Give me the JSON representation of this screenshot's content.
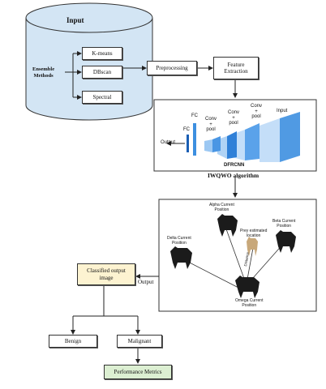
{
  "input": {
    "title": "Input",
    "group_label": "Ensemble\nMethods",
    "methods": [
      "K-means",
      "DBscan",
      "Spectral"
    ]
  },
  "pipeline": {
    "preprocessing": "Preprocessing",
    "feature_extraction": "Feature\nExtraction"
  },
  "cnn": {
    "output_label": "Output",
    "fc1": "FC",
    "fc2": "FC",
    "conv_pool": "Conv\n+\npool",
    "input_label": "Input",
    "model_name": "DFRCNN"
  },
  "algorithm": {
    "title": "IWQWO algorithm"
  },
  "wolves": {
    "alpha": "Alpha Current\nPosition",
    "beta": "Beta Current\nPosition",
    "delta": "Delta Current\nPosition",
    "omega": "Omega Current\nPosition",
    "prey": "Prey estimated\nlocation",
    "edge_label": "Distance"
  },
  "output": {
    "classified": "Classified output\nimage",
    "output_label": "Output",
    "benign": "Benign",
    "malignant": "Malignant",
    "metrics": "Performance Metrics"
  },
  "colors": {
    "cylinder": "#d3e5f4",
    "classified_fill": "#fdf3d1",
    "metrics_fill": "#dcefd2",
    "cnn_blue": "#3d8fe0",
    "cnn_dark": "#1a5fb4"
  }
}
